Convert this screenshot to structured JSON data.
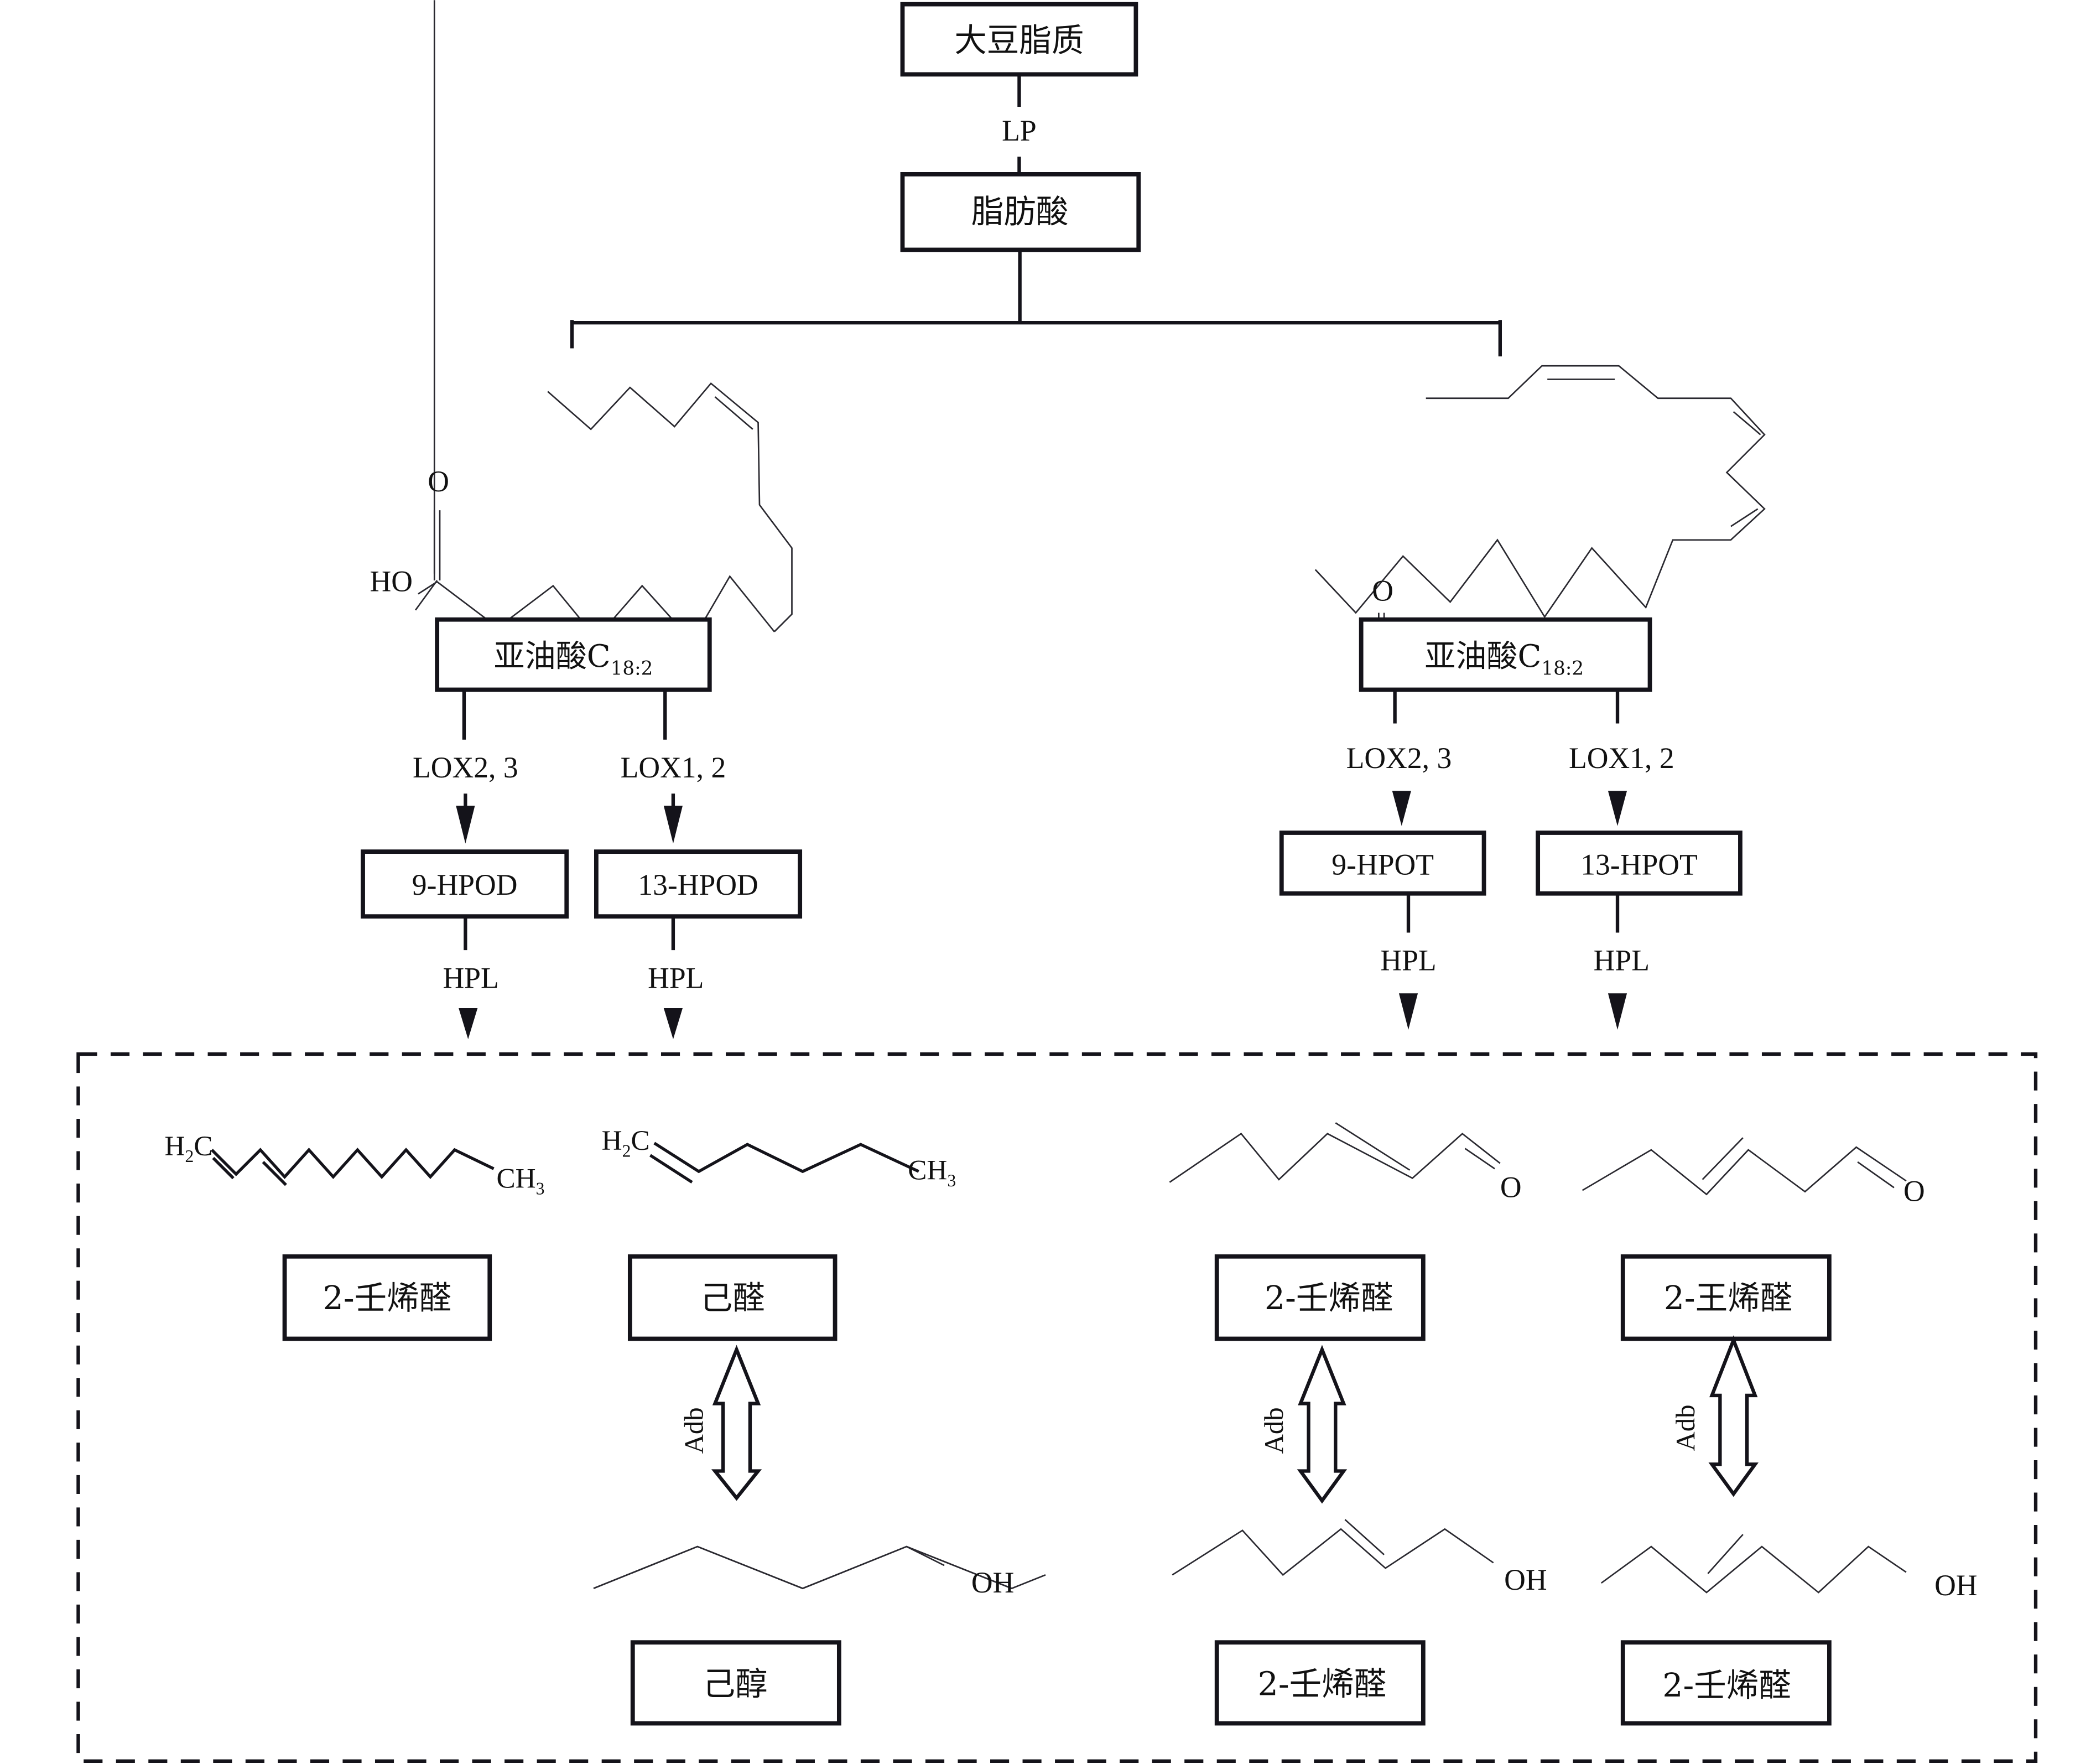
{
  "diagram": {
    "title": "大豆脂质代谢产生挥发性风味物质途径",
    "root": {
      "label": "大豆脂质"
    },
    "step1_enzyme": "LP",
    "fatty_acid": {
      "label": "脂肪酸"
    },
    "branches": [
      {
        "substrate": {
          "label_main": "亚油酸C",
          "label_sub": "18:2",
          "structure_atoms": [
            "O",
            "HO"
          ]
        },
        "paths": [
          {
            "enzyme": "LOX2, 3",
            "intermediate": "9-HPOD",
            "cleavage_enzyme": "HPL"
          },
          {
            "enzyme": "LOX1, 2",
            "intermediate": "13-HPOD",
            "cleavage_enzyme": "HPL"
          }
        ]
      },
      {
        "substrate": {
          "label_main": "亚油酸C",
          "label_sub": "18:2",
          "structure_atoms": [
            "O"
          ]
        },
        "paths": [
          {
            "enzyme": "LOX2, 3",
            "intermediate": "9-HPOT",
            "cleavage_enzyme": "HPL"
          },
          {
            "enzyme": "LOX1, 2",
            "intermediate": "13-HPOT",
            "cleavage_enzyme": "HPL"
          }
        ]
      }
    ],
    "products": [
      {
        "aldehyde": "2-壬烯醛",
        "atoms": {
          "left": "H",
          "left_sub": "2",
          "left2": "C",
          "right": "CH",
          "right_sub": "3"
        }
      },
      {
        "aldehyde": "己醛",
        "atoms": {
          "left": "H",
          "left_sub": "2",
          "left2": "C",
          "right": "CH",
          "right_sub": "3"
        },
        "reversible_enzyme": "Adb",
        "alcohol": "己醇",
        "alcohol_atom": "OH"
      },
      {
        "aldehyde": "2-壬烯醛",
        "atoms": {
          "right": "O"
        },
        "reversible_enzyme": "Adb",
        "alcohol": "2-壬烯醛",
        "alcohol_atom": "OH"
      },
      {
        "aldehyde": "2-王烯醛",
        "atoms": {
          "right": "O"
        },
        "reversible_enzyme": "Adb",
        "alcohol": "2-壬烯醛",
        "alcohol_atom": "OH"
      }
    ]
  }
}
